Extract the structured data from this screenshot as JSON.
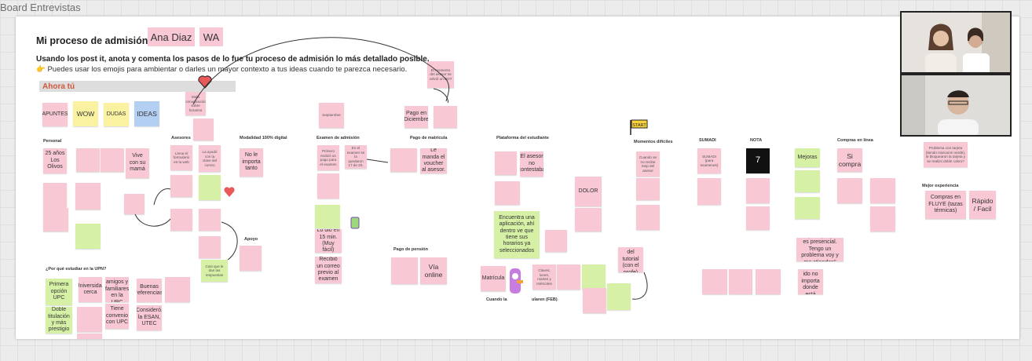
{
  "board_title": "Board Entrevistas",
  "header": {
    "title": "Mi proceso de admisión",
    "name_tag": "Ana Diaz",
    "initials_tag": "WA",
    "instruction_bold": "Usando los post it, anota y comenta los pasos de lo fue tu proceso de admisión lo más detallado posible.",
    "instruction_hint": "👉 Puedes usar los emojis para ambientar o darles un mayor contexto a tus ideas cuando te parezca necesario.",
    "ahora": "Ahora tú"
  },
  "legend": [
    "APUNTES",
    "WOW",
    "DUDAS",
    "IDEAS"
  ],
  "section_labels": {
    "personal": "Personal",
    "asesores": "Asesores",
    "modalidad": "Modalidad 100% digital",
    "examen": "Examen de admisión",
    "pago_matricula": "Pago de matrícula",
    "plataforma": "Plataforma del estudiante",
    "momentos": "Momentos difíciles",
    "sumadi": "SUMADI",
    "nota": "NOTA",
    "compras": "Compras en línea",
    "mejor_exp": "Mejor experiencia",
    "apoyo": "Apoyo",
    "pago_pension": "Pago de pensión",
    "por_que": "¿Por qué estudiar en la UPN?",
    "cuando": "Cuando la",
    "ularen": "ularen (FEB)"
  },
  "notes": {
    "personal_1": "25 años Los Olivos",
    "vive": "Vive con su mamá",
    "no_importa": "No le importa tanto",
    "septiembre": "Septiembre",
    "pago_diciembre": "Pago en Diciembre",
    "le_manda": "Le manda el voucher al asesor.",
    "el_asesor": "El asesor no contestaba",
    "dolor": "DOLOR",
    "encuentra": "Encuentra una aplicación, ahí dentro ve que tiene sus horarios ya seleccionados",
    "matricula": "Matrícula",
    "via_online": "Vía online",
    "lo_dio": "Lo dio en 15 min. (Muy fácil)",
    "recibio": "Recibió un correo previo al examen",
    "primero": "Primero realizó un pago para el examen",
    "si_compra": "Si compra",
    "rapido": "Rápido / Facil",
    "compras_fluye": "Compras en FLUYE (tazas térmicas)",
    "mejoras": "Mejoras",
    "sumadi_note": "SUMADI (para examenes)",
    "nota_7": "7",
    "primera_opcion": "Primera opción UPC",
    "doble": "Doble titulación y más prestigio",
    "tiene_amigos": "Tiene amigos y familiares en la UPC",
    "tiene_convenio": "Tiene convenio con UPC",
    "universidad": "Universidad cerca",
    "buenas": "Buenas referencias",
    "considero": "Consideró, la ESAN, UTEC",
    "lo_principal": "\"Lo principal para es presencial. Tengo un problema voy y me atienden\"",
    "hubiera": "Hubiera ido no importa donde está",
    "casi": "Casi que le dan las respuestas",
    "claves": "Claves, lunes, martes y miércoles",
    "desarrollo": "Desarrollo del tutorial (con el profe)",
    "momento_asesor": "El momento del asesor se volvió un BOT",
    "mala": "Mala comunicación sobre horarios",
    "llena": "Llena el formulario en la web",
    "la_ayudo": "La ayudó con la clase del correo",
    "cuando_no": "Cuando se no recibe resp del asesor",
    "en_el": "En el examen se la quedaron 17 de 20.",
    "problema": "Problema con tarjeta (tiendo marcaron verde), le bloquearon la tarjeta y se realizó doble cobro?",
    "stickers": [
      "START"
    ]
  },
  "videos": [
    "video-participant-1",
    "video-participant-2"
  ]
}
